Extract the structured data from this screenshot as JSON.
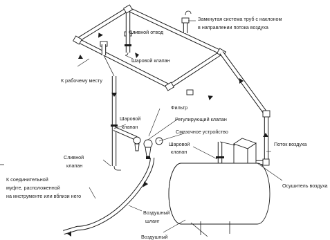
{
  "labels": {
    "closed_loop_line1": "Замкнутая система труб с наклоном",
    "closed_loop_line2": "в направлении потока воздуха",
    "drain_branch": "Сливной отвод",
    "ball_valve_top": "Шаровой клапан",
    "to_workplace": "К рабочему месту",
    "filter": "Фильтр",
    "ball_valve_left_line1": "Шаровой",
    "ball_valve_left_line2": "клапан",
    "regulating_valve": "Регулирующий клапан",
    "lubricator": "Смазочное устройство",
    "ball_valve_right_line1": "Шаровой",
    "ball_valve_right_line2": "клапан",
    "air_flow": "Поток воздуха",
    "drain_valve_line1": "Сливной",
    "drain_valve_line2": "клапан",
    "air_dryer": "Осушитель воздуха",
    "coupling_line1": "К соединительной",
    "coupling_line2": "муфте, расположенной",
    "coupling_line3": "на инструменте или вблизи него",
    "air_hose_line1": "Воздушный",
    "air_hose_line2": "шланг",
    "air_receiver": "Воздушный"
  }
}
